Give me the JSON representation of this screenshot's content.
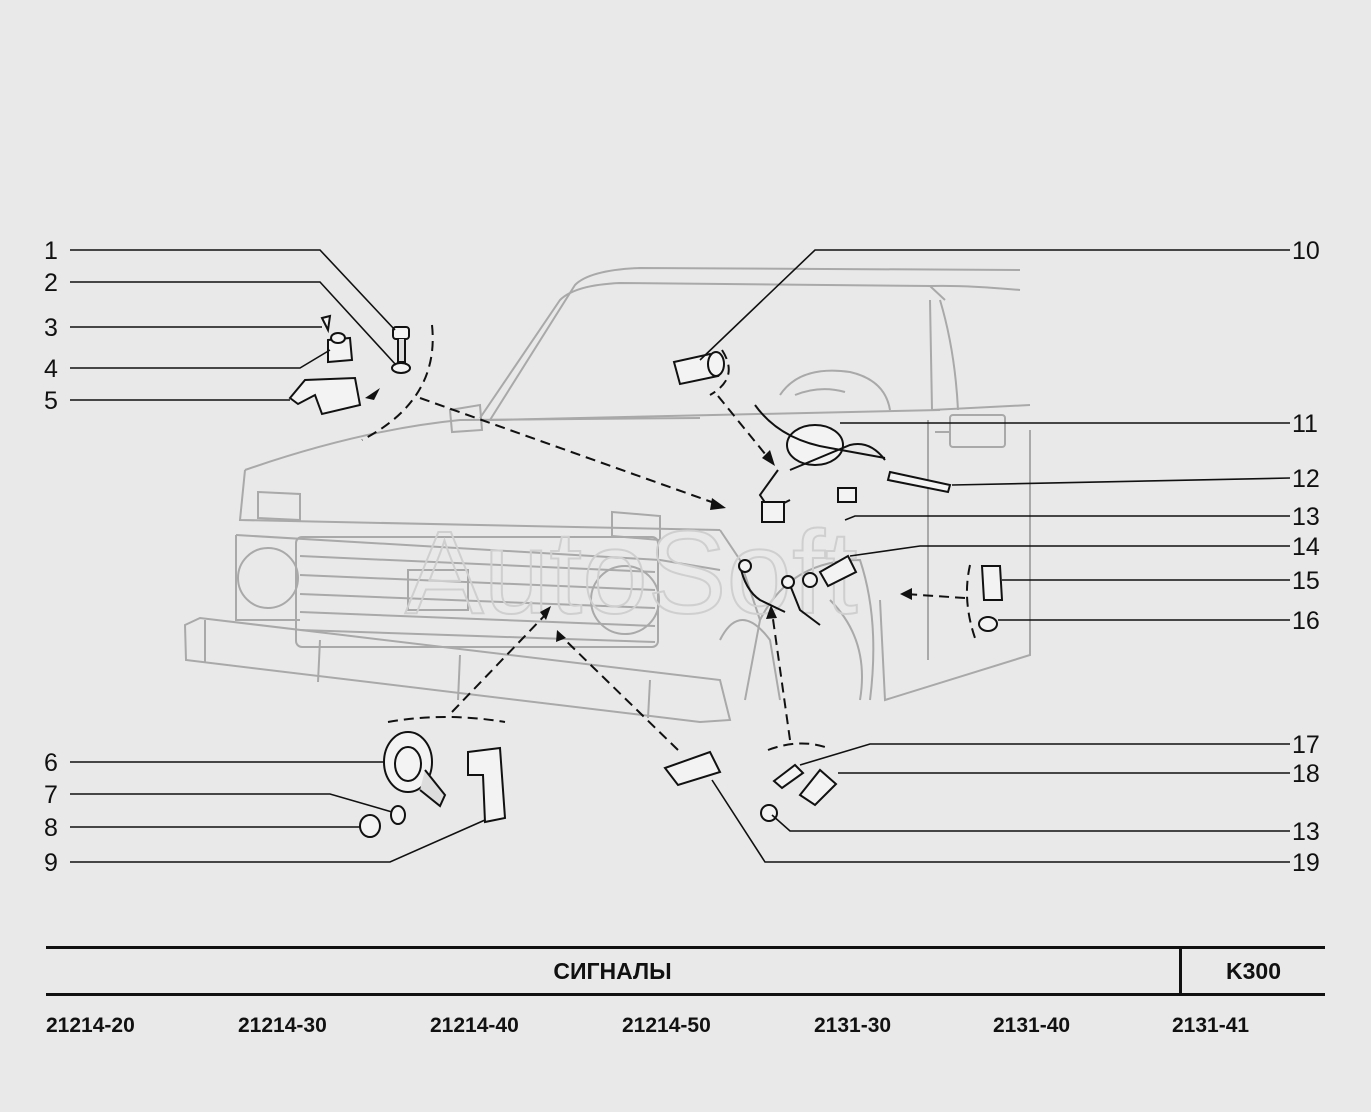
{
  "watermark": "AutoSoft",
  "callouts_left": [
    "1",
    "2",
    "3",
    "4",
    "5",
    "6",
    "7",
    "8",
    "9"
  ],
  "callouts_right": [
    "10",
    "11",
    "12",
    "13",
    "14",
    "15",
    "16",
    "17",
    "18",
    "13",
    "19"
  ],
  "title": "СИГНАЛЫ",
  "code": "K300",
  "models": [
    "21214-20",
    "21214-30",
    "21214-40",
    "21214-50",
    "2131-30",
    "2131-40",
    "2131-41"
  ],
  "colors": {
    "background": "#e9e9e9",
    "ink": "#111111",
    "car_outline": "#a9a9a9",
    "watermark": "#cfcfcf"
  }
}
